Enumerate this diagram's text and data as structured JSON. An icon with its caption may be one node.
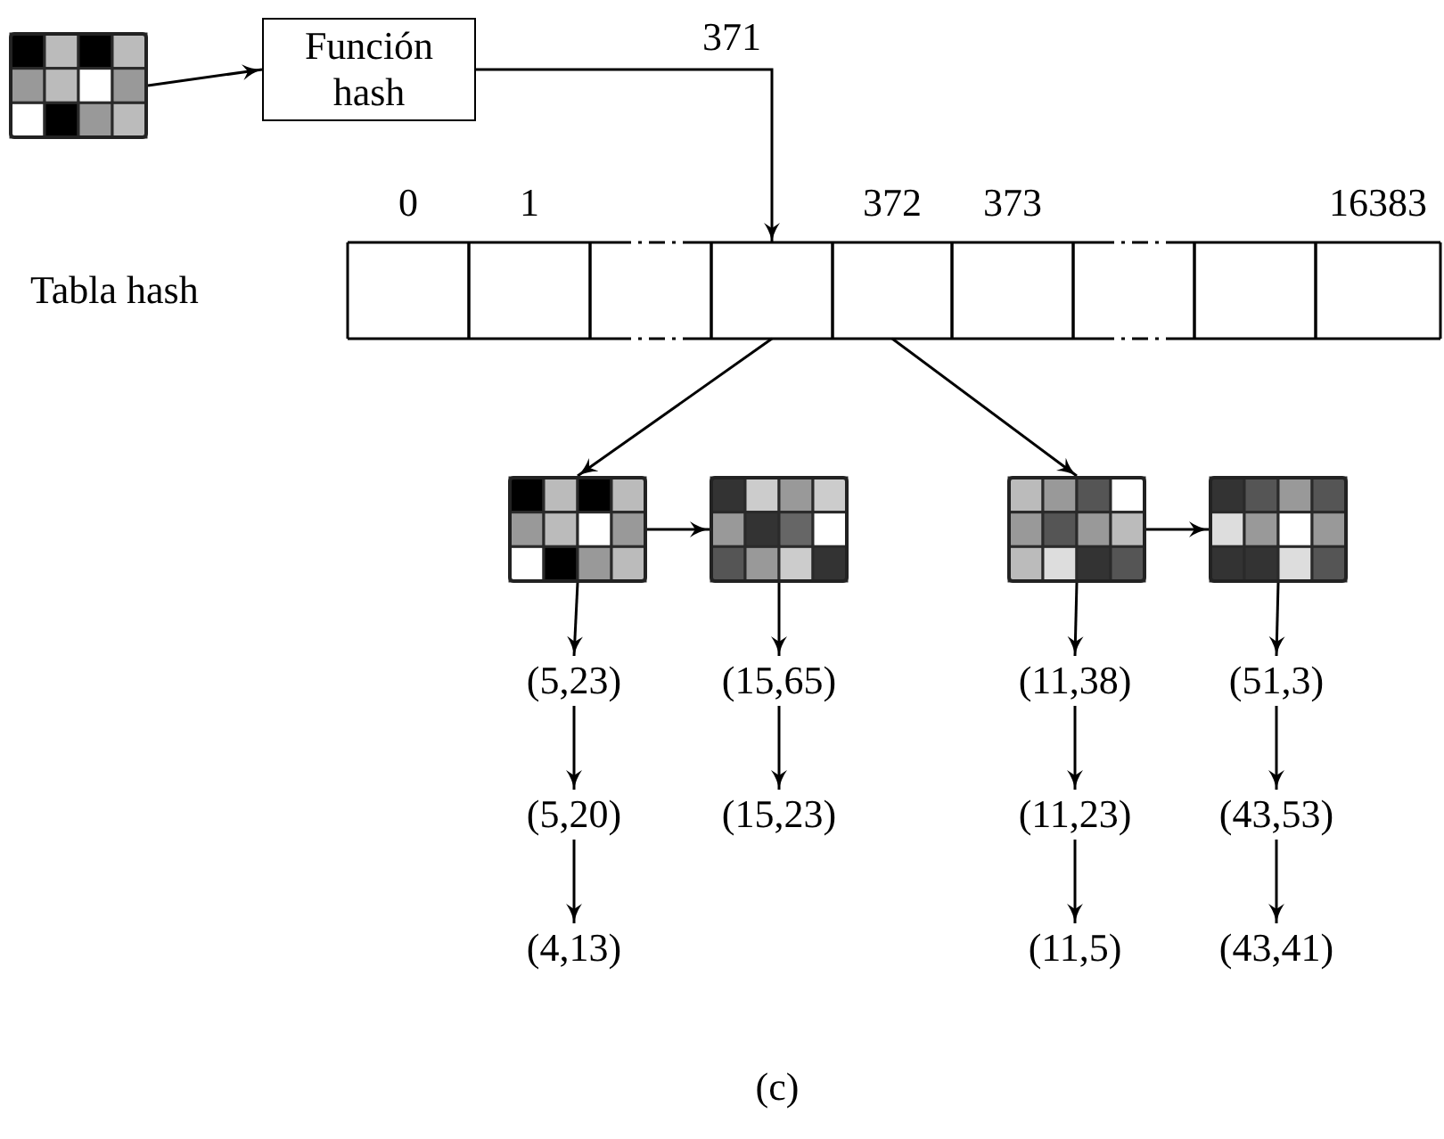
{
  "diagram": {
    "caption": "(c)",
    "nodes": [
      {
        "text": [],
        "shape": "picture"
      },
      {
        "text": [
          "Función hash"
        ]
      },
      {
        "text": [
          "Tabla hash"
        ]
      },
      {
        "text": [],
        "shape": "box",
        "in": 2,
        "beside": [
          "0"
        ]
      },
      {
        "text": [],
        "shape": "box",
        "in": 2,
        "beside": [
          "1"
        ]
      },
      {
        "text": [],
        "shape": "box",
        "in": 2
      },
      {
        "text": [],
        "shape": "box",
        "in": 2
      },
      {
        "text": [],
        "shape": "box",
        "in": 2,
        "beside": [
          "372"
        ]
      },
      {
        "text": [],
        "shape": "box",
        "in": 2,
        "beside": [
          "373"
        ]
      },
      {
        "text": [],
        "shape": "box",
        "in": 2
      },
      {
        "text": [],
        "shape": "box",
        "in": 2
      },
      {
        "text": [],
        "shape": "box",
        "in": 2,
        "beside": [
          "16383"
        ]
      },
      {
        "text": [],
        "shape": "picture"
      },
      {
        "text": [],
        "shape": "picture"
      },
      {
        "text": [],
        "shape": "picture"
      },
      {
        "text": [],
        "shape": "picture"
      },
      {
        "text": [
          "(5,23)"
        ]
      },
      {
        "text": [
          "(15,65)"
        ]
      },
      {
        "text": [
          "(11,38)"
        ]
      },
      {
        "text": [
          "(51,3)"
        ]
      },
      {
        "text": [
          "(5,20)"
        ]
      },
      {
        "text": [
          "(15,23)"
        ]
      },
      {
        "text": [
          "(11,23)"
        ]
      },
      {
        "text": [
          "(43,53)"
        ]
      },
      {
        "text": [
          "(4,13)"
        ]
      },
      {
        "text": [
          "(11,5)"
        ]
      },
      {
        "text": [
          "(43,41)"
        ]
      }
    ],
    "edges": [
      {
        "from": 0,
        "to": 1,
        "arrow": "to"
      },
      {
        "from": 1,
        "to": 6,
        "arrow": "to",
        "label": "371"
      },
      {
        "from": 6,
        "to": 12,
        "arrow": "to"
      },
      {
        "from": 12,
        "to": 13,
        "arrow": "to"
      },
      {
        "from": 7,
        "to": 14,
        "arrow": "to"
      },
      {
        "from": 14,
        "to": 15,
        "arrow": "to"
      },
      {
        "from": 12,
        "to": 16,
        "arrow": "to"
      },
      {
        "from": 16,
        "to": 20,
        "arrow": "to"
      },
      {
        "from": 20,
        "to": 24,
        "arrow": "to"
      },
      {
        "from": 13,
        "to": 17,
        "arrow": "to"
      },
      {
        "from": 17,
        "to": 21,
        "arrow": "to"
      },
      {
        "from": 14,
        "to": 18,
        "arrow": "to"
      },
      {
        "from": 18,
        "to": 22,
        "arrow": "to"
      },
      {
        "from": 22,
        "to": 25,
        "arrow": "to"
      },
      {
        "from": 15,
        "to": 19,
        "arrow": "to"
      },
      {
        "from": 19,
        "to": 23,
        "arrow": "to"
      },
      {
        "from": 23,
        "to": 26,
        "arrow": "to"
      }
    ]
  }
}
